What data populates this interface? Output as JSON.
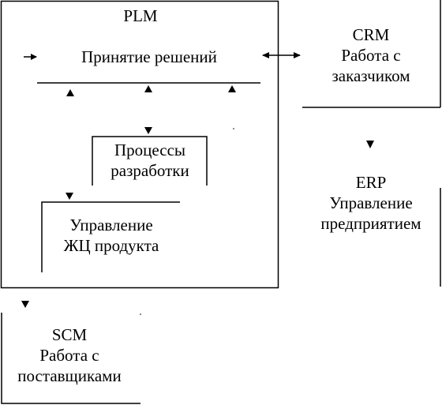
{
  "plm": {
    "title": "PLM",
    "decision": "Принятие решений",
    "dev_processes": [
      "Процессы",
      "разработки"
    ],
    "lifecycle": [
      "Управление",
      "ЖЦ продукта"
    ]
  },
  "crm": {
    "title": "CRM",
    "lines": [
      "Работа с",
      "заказчиком"
    ]
  },
  "erp": {
    "title": "ERP",
    "lines": [
      "Управление",
      "предприятием"
    ]
  },
  "scm": {
    "title": "SCM",
    "lines": [
      "Работа с",
      "поставщиками"
    ]
  }
}
